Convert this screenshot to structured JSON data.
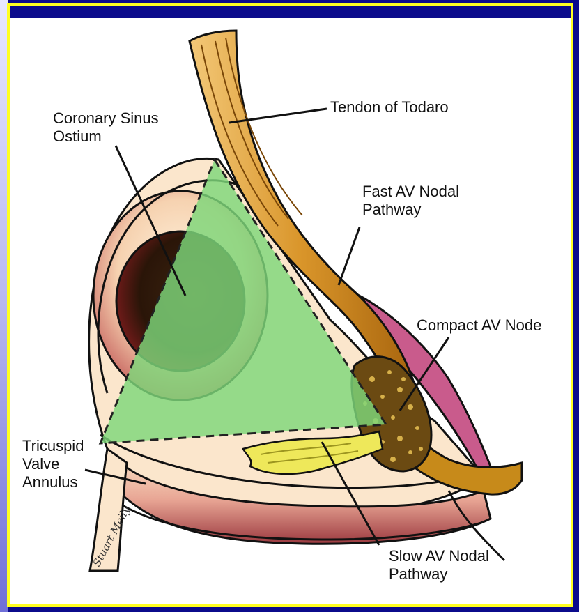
{
  "labels": {
    "tendon_of_todaro": "Tendon of Todaro",
    "coronary_sinus_ostium": "Coronary Sinus\nOstium",
    "fast_av_nodal_pathway": "Fast AV Nodal\nPathway",
    "compact_av_node": "Compact AV Node",
    "tricuspid_valve_annulus": "Tricuspid\nValve\nAnnulus",
    "slow_av_nodal_pathway": "Slow AV Nodal\nPathway"
  },
  "signature": "Stuart Meily",
  "colors": {
    "background": "#0b0b8c",
    "border": "#ffff22",
    "triangle_fill": "#7ed77a",
    "tendon": "#c78a1a",
    "sinus_ostium": "#2d1a0d",
    "annulus": "#d98a7a",
    "av_node_muscle": "#c95b8c",
    "slow_pathway": "#e8e04a"
  }
}
